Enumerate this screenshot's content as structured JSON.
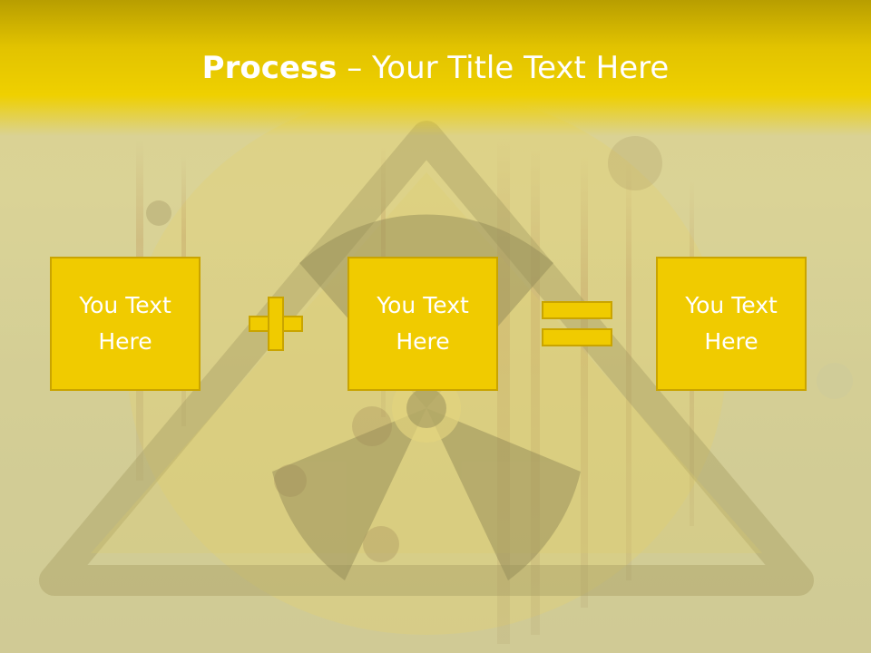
{
  "title": {
    "bold": "Process",
    "separator": " – ",
    "rest": "Your Title Text Here"
  },
  "boxes": [
    {
      "text": "You Text Here"
    },
    {
      "text": "You Text Here"
    },
    {
      "text": "You Text Here"
    }
  ],
  "operators": [
    "plus",
    "equals"
  ],
  "colors": {
    "box_fill": "#f0cb00",
    "box_border": "#c9a400",
    "header": "#efd000",
    "text": "#ffffff"
  }
}
